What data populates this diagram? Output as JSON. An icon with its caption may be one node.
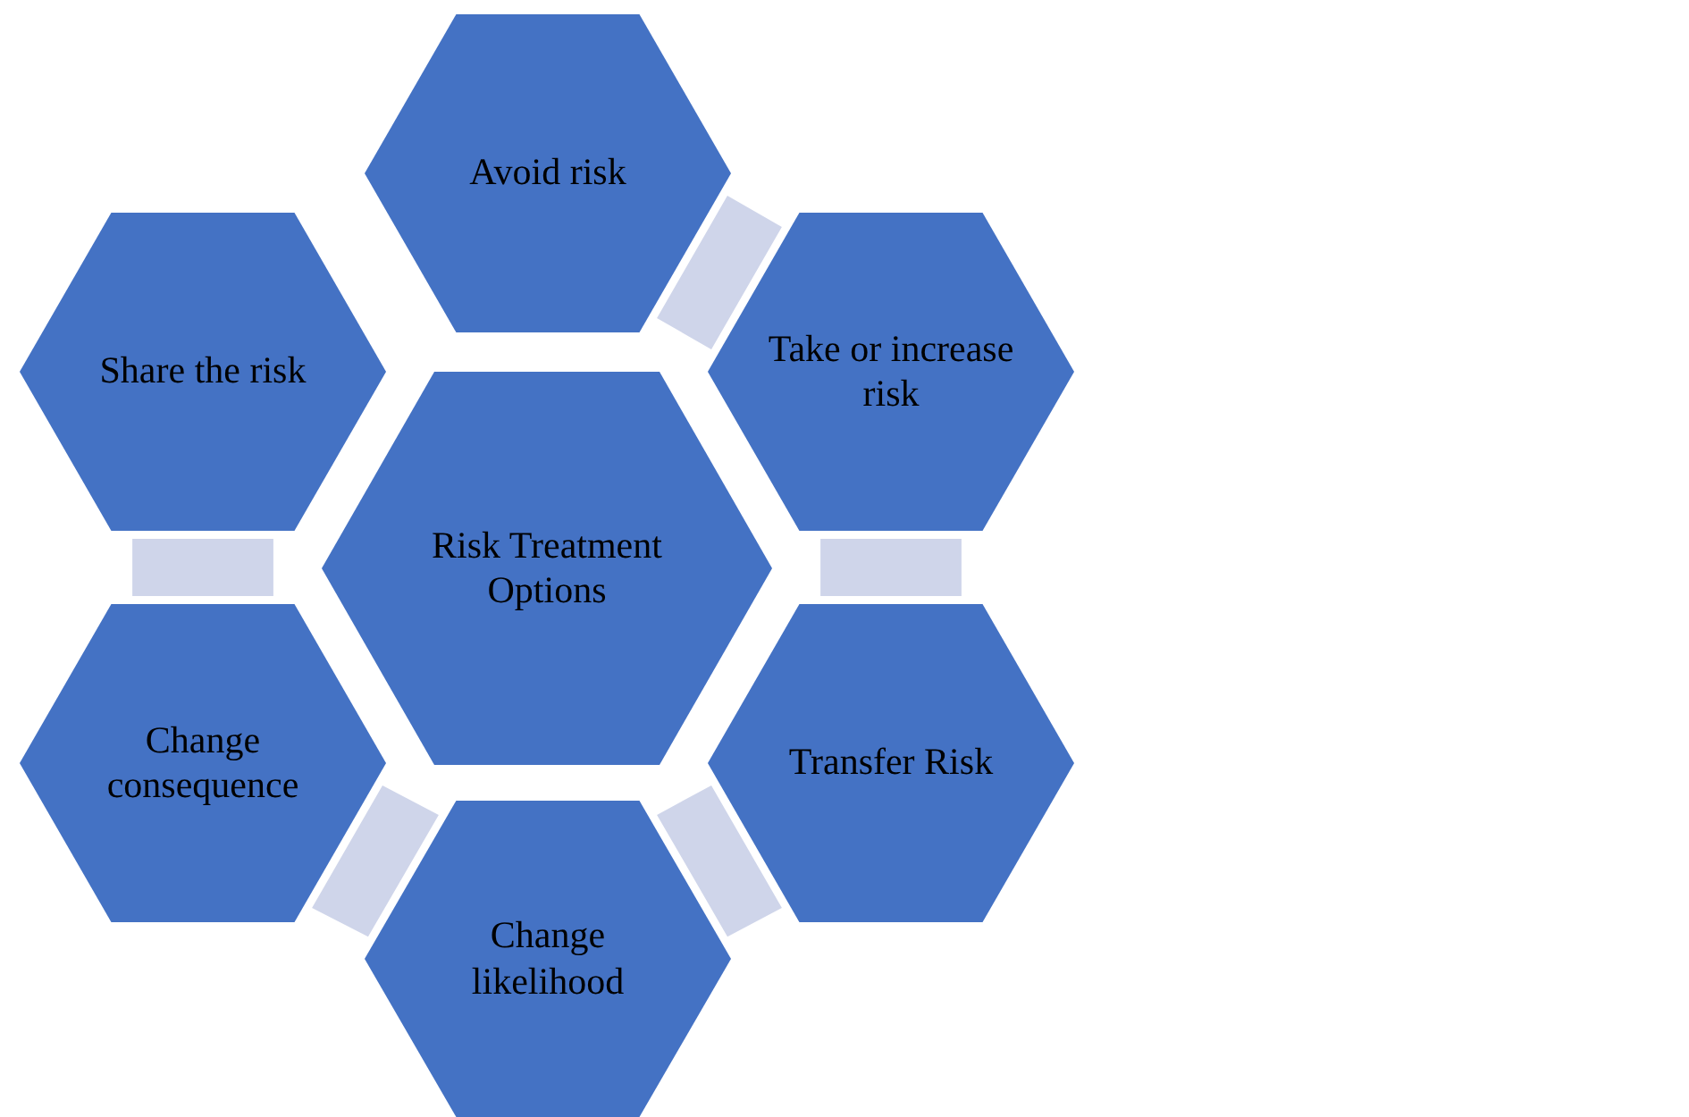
{
  "diagram": {
    "nodes": [
      {
        "text": [
          "Risk Treatment Options"
        ]
      },
      {
        "text": [
          "Avoid risk"
        ]
      },
      {
        "text": [
          "Take or increase risk"
        ]
      },
      {
        "text": [
          "Transfer Risk"
        ]
      },
      {
        "text": [
          "Change likelihood"
        ]
      },
      {
        "text": [
          "Change consequence"
        ]
      },
      {
        "text": [
          "Share the risk"
        ]
      }
    ],
    "edges": [
      {
        "from": 1,
        "to": 2,
        "arrow": "none"
      },
      {
        "from": 2,
        "to": 3,
        "arrow": "none"
      },
      {
        "from": 3,
        "to": 4,
        "arrow": "none"
      },
      {
        "from": 4,
        "to": 5,
        "arrow": "none"
      },
      {
        "from": 5,
        "to": 6,
        "arrow": "none"
      }
    ]
  }
}
